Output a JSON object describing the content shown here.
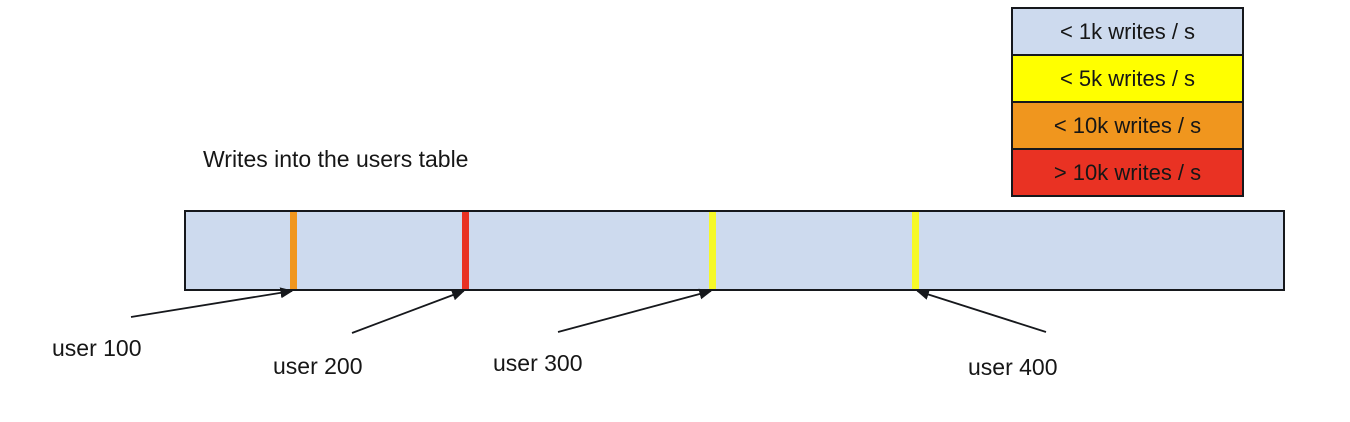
{
  "page": {
    "background": "#ffffff"
  },
  "diagram": {
    "title": "Writes into the users table",
    "bar": {
      "name": "users table",
      "fill": "#CDDAEE",
      "border_color": "#16181c"
    },
    "markers": [
      {
        "user": "user 100",
        "rate": "< 10k writes / s",
        "color": "#F0961E",
        "position_pct": 9.8
      },
      {
        "user": "user 200",
        "rate": "> 10k writes / s",
        "color": "#E93223",
        "position_pct": 25.4
      },
      {
        "user": "user 300",
        "rate": "< 5k writes / s",
        "color": "#F6F928",
        "position_pct": 47.85
      },
      {
        "user": "user 400",
        "rate": "< 5k writes / s",
        "color": "#F6F928",
        "position_pct": 66.25
      }
    ]
  },
  "legend": {
    "items": [
      {
        "label": "< 1k writes / s",
        "color": "#CDDAEE"
      },
      {
        "label": "< 5k writes / s",
        "color": "#FFFF00"
      },
      {
        "label": "< 10k writes / s",
        "color": "#F0961E"
      },
      {
        "label": "> 10k writes / s",
        "color": "#E93223"
      }
    ]
  }
}
